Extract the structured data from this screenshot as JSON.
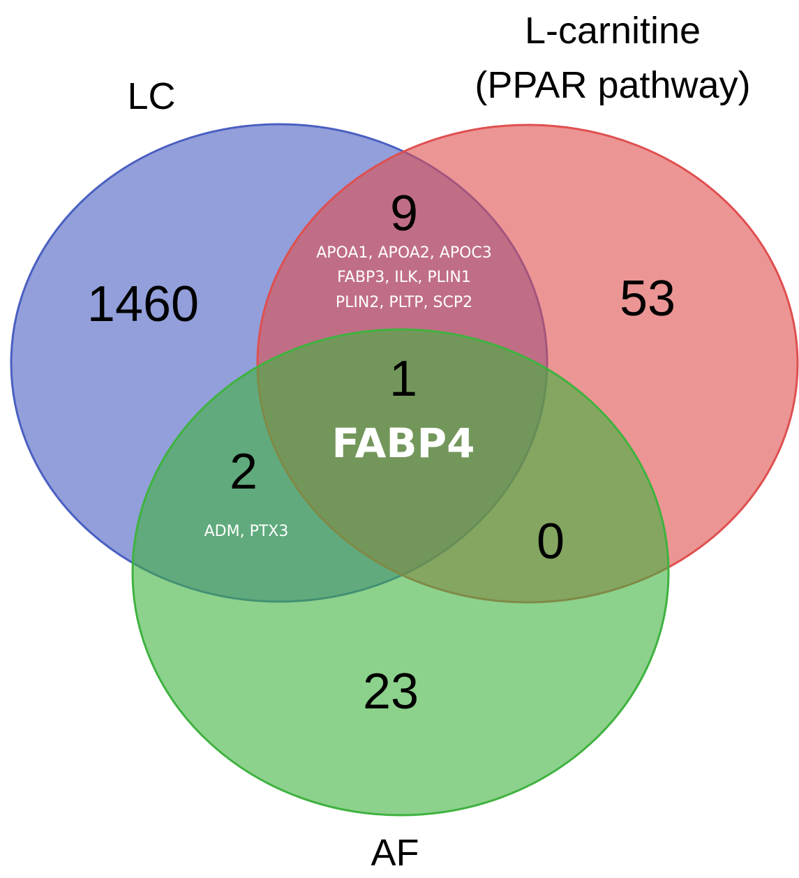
{
  "sets": [
    {
      "id": "lc",
      "label_lines": [
        "LC"
      ],
      "color": "#4a5fc1"
    },
    {
      "id": "lcarnitine",
      "label_lines": [
        "L-carnitine",
        "(PPAR pathway)"
      ],
      "color": "#df4f4f"
    },
    {
      "id": "af",
      "label_lines": [
        "AF"
      ],
      "color": "#3fb23f"
    }
  ],
  "regions": {
    "lc_only": {
      "count": "1460",
      "genes": []
    },
    "lcarnitine_only": {
      "count": "53",
      "genes": []
    },
    "af_only": {
      "count": "23",
      "genes": []
    },
    "lc_lcarnitine": {
      "count": "9",
      "genes": [
        "APOA1, APOA2, APOC3",
        "FABP3, ILK, PLIN1",
        "PLIN2, PLTP, SCP2"
      ]
    },
    "lc_af": {
      "count": "2",
      "genes": [
        "ADM, PTX3"
      ]
    },
    "lcarnitine_af": {
      "count": "0",
      "genes": []
    },
    "all_three": {
      "count": "1",
      "highlight_gene": "FABP4"
    }
  }
}
